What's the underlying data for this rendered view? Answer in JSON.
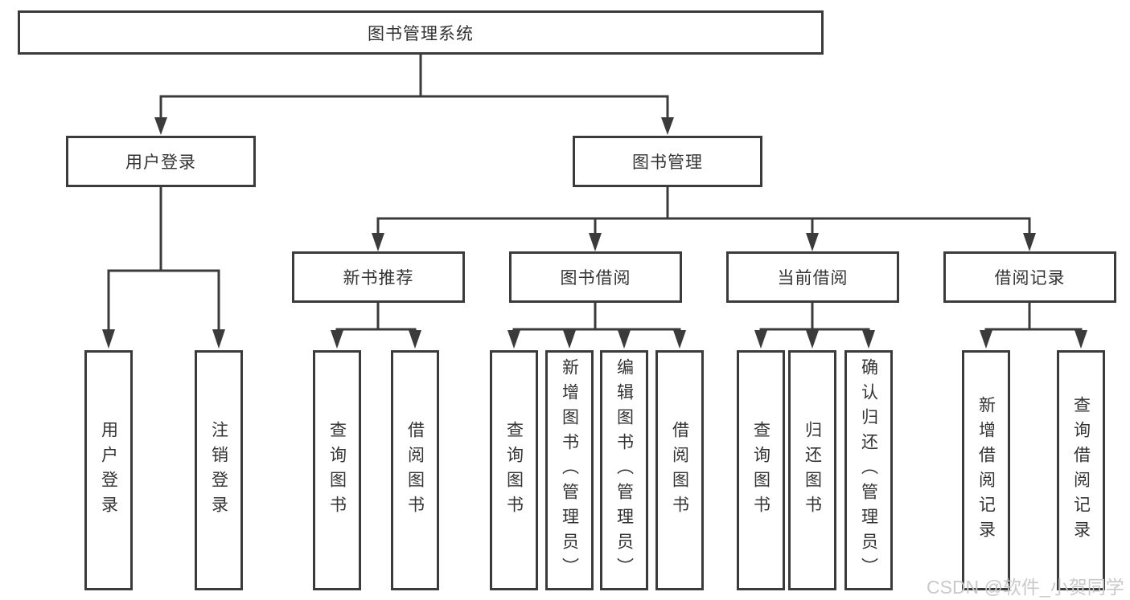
{
  "tree": {
    "root": {
      "label": "图书管理系统",
      "children": [
        {
          "label": "用户登录",
          "children": [
            {
              "label": "用户登录"
            },
            {
              "label": "注销登录"
            }
          ]
        },
        {
          "label": "图书管理",
          "children": [
            {
              "label": "新书推荐",
              "children": [
                {
                  "label": "查询图书"
                },
                {
                  "label": "借阅图书"
                }
              ]
            },
            {
              "label": "图书借阅",
              "children": [
                {
                  "label": "查询图书"
                },
                {
                  "label": "新增图书（管理员）"
                },
                {
                  "label": "编辑图书（管理员）"
                },
                {
                  "label": "借阅图书"
                }
              ]
            },
            {
              "label": "当前借阅",
              "children": [
                {
                  "label": "查询图书"
                },
                {
                  "label": "归还图书"
                },
                {
                  "label": "确认归还（管理员）"
                }
              ]
            },
            {
              "label": "借阅记录",
              "children": [
                {
                  "label": "新增借阅记录"
                },
                {
                  "label": "查询借阅记录"
                }
              ]
            }
          ]
        }
      ]
    }
  },
  "watermark": "CSDN @软件_小贺同学",
  "colors": {
    "line": "#3b3b3b",
    "text": "#333333",
    "watermark": "#c9c9c9",
    "background": "#ffffff"
  }
}
